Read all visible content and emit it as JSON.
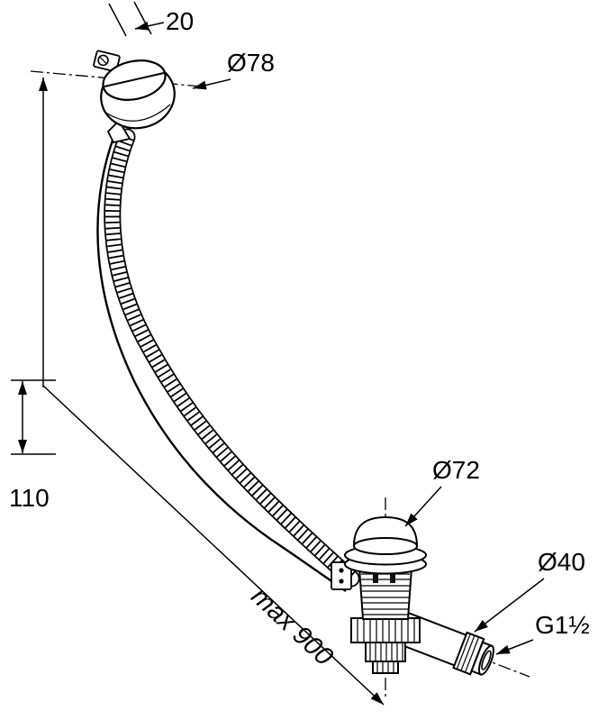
{
  "labels": {
    "cap_height": "20",
    "knob_diameter": "Ø78",
    "valve_cap_diameter": "Ø72",
    "outlet_pipe_diameter": "Ø40",
    "thread_size": "G1½",
    "install_height": "110",
    "max_length": "max 900"
  },
  "colors": {
    "line": "#000000",
    "background": "#ffffff"
  }
}
